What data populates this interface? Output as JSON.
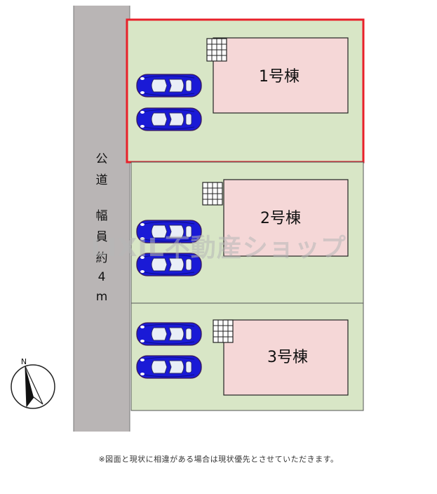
{
  "road": {
    "label_chars": [
      "公",
      "道",
      "幅",
      "員",
      "約",
      "4",
      "m"
    ]
  },
  "lots": [
    {
      "building_label": "1号棟",
      "highlighted": true
    },
    {
      "building_label": "2号棟",
      "highlighted": false
    },
    {
      "building_label": "3号棟",
      "highlighted": false
    }
  ],
  "compass": {
    "north_label": "N"
  },
  "watermark": "LIXIL不動産ショップ",
  "footer_note": "※図面と現状に相違がある場合は現状優先とさせていただきます。",
  "colors": {
    "lot_fill": "#d8e6c6",
    "building_fill": "#f5d7d7",
    "road_fill": "#b9b5b5",
    "highlight": "#e8202a",
    "car_body": "#1a1ad6",
    "car_window": "#e9eef7"
  },
  "icons": [
    "car-icon",
    "stairs-icon",
    "north-arrow-icon"
  ]
}
